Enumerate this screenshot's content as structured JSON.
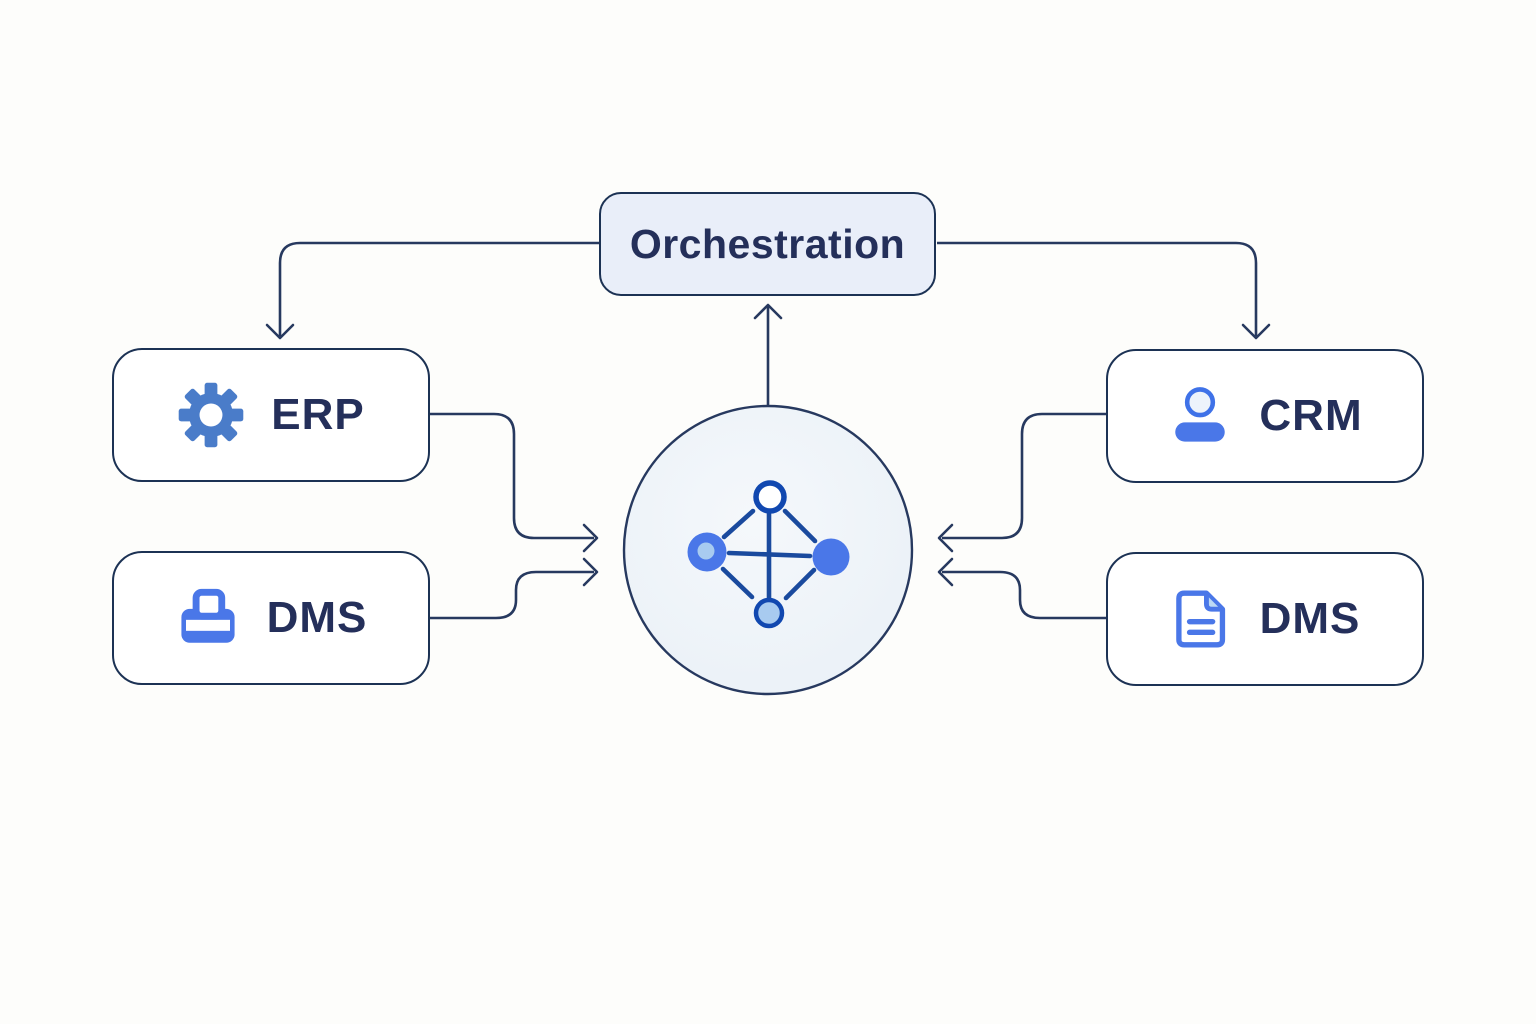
{
  "diagram_title": "",
  "orchestration": {
    "label": "Orchestration"
  },
  "left_nodes": [
    {
      "label": "ERP",
      "icon": "gear-icon"
    },
    {
      "label": "DMS",
      "icon": "printer-icon"
    }
  ],
  "right_nodes": [
    {
      "label": "CRM",
      "icon": "user-icon"
    },
    {
      "label": "DMS",
      "icon": "document-icon"
    }
  ],
  "hub": {
    "icon": "network-hub-icon"
  },
  "connections": [
    {
      "from": "orchestration",
      "to": "erp",
      "arrow": "into-erp"
    },
    {
      "from": "orchestration",
      "to": "crm",
      "arrow": "into-crm"
    },
    {
      "from": "hub",
      "to": "orchestration",
      "arrow": "into-orchestration"
    },
    {
      "from": "erp",
      "to": "hub",
      "arrow": "into-hub"
    },
    {
      "from": "dms-left",
      "to": "hub",
      "arrow": "into-hub"
    },
    {
      "from": "crm",
      "to": "hub",
      "arrow": "into-hub"
    },
    {
      "from": "dms-right",
      "to": "hub",
      "arrow": "into-hub"
    }
  ],
  "theme": {
    "background": "#fdfdfb",
    "line_color": "#27395f",
    "box_border": "#1c3254",
    "box_fill": "#ffffff",
    "orchestration_fill": "#e9eef9",
    "label_color": "#242f5a",
    "icon_blue": "#4a77e8",
    "icon_blue_soft": "#4a7cc9",
    "icon_blue_dark": "#1148b0",
    "icon_blue_light": "#a8cbf0",
    "hub_fill": "#eef3f9"
  }
}
